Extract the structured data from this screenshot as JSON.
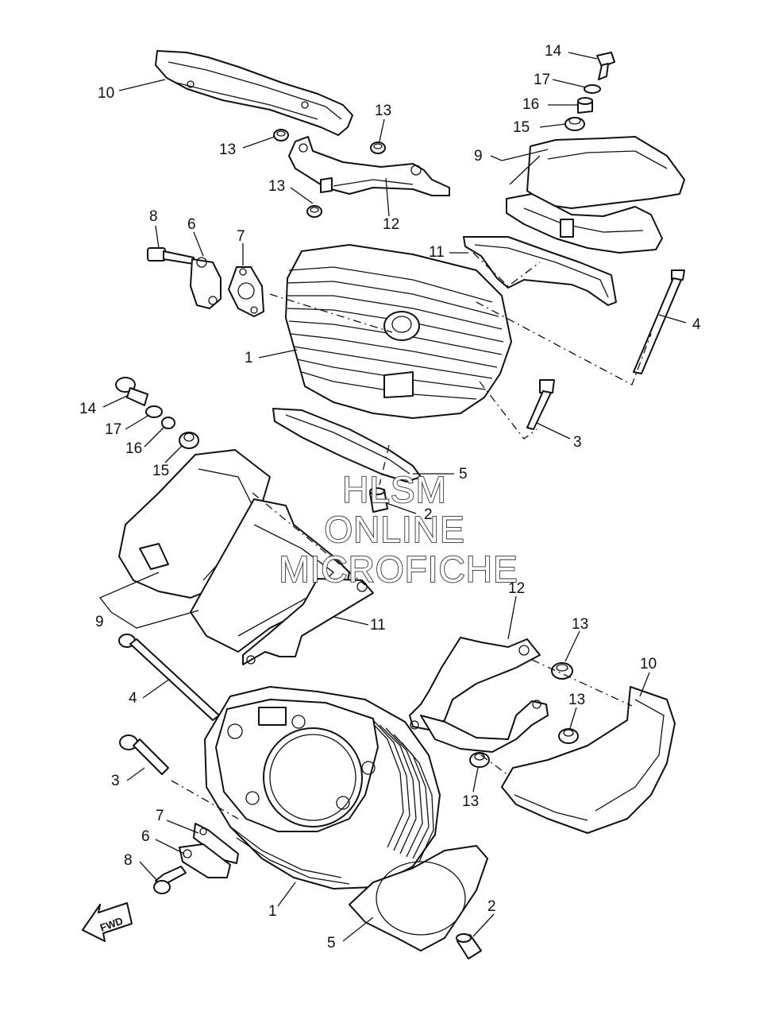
{
  "diagram": {
    "callouts_upper": {
      "c10": "10",
      "c13a": "13",
      "c13b": "13",
      "c13c": "13",
      "c12": "12",
      "c14": "14",
      "c17": "17",
      "c16": "16",
      "c15": "15",
      "c9": "9",
      "c11": "11",
      "c8": "8",
      "c6": "6",
      "c7": "7",
      "c1": "1",
      "c4": "4",
      "c3": "3",
      "c5": "5",
      "c2": "2"
    },
    "callouts_lower": {
      "c14": "14",
      "c17": "17",
      "c16": "16",
      "c15": "15",
      "c9": "9",
      "c11": "11",
      "c12": "12",
      "c13a": "13",
      "c13b": "13",
      "c13c": "13",
      "c10": "10",
      "c4": "4",
      "c3": "3",
      "c7": "7",
      "c6": "6",
      "c8": "8",
      "c1": "1",
      "c5": "5",
      "c2": "2"
    },
    "fwd_label": "FWD",
    "watermark": {
      "line1": "HLSM",
      "line2": "ONLINE",
      "line3": "MICROFICHE"
    }
  }
}
